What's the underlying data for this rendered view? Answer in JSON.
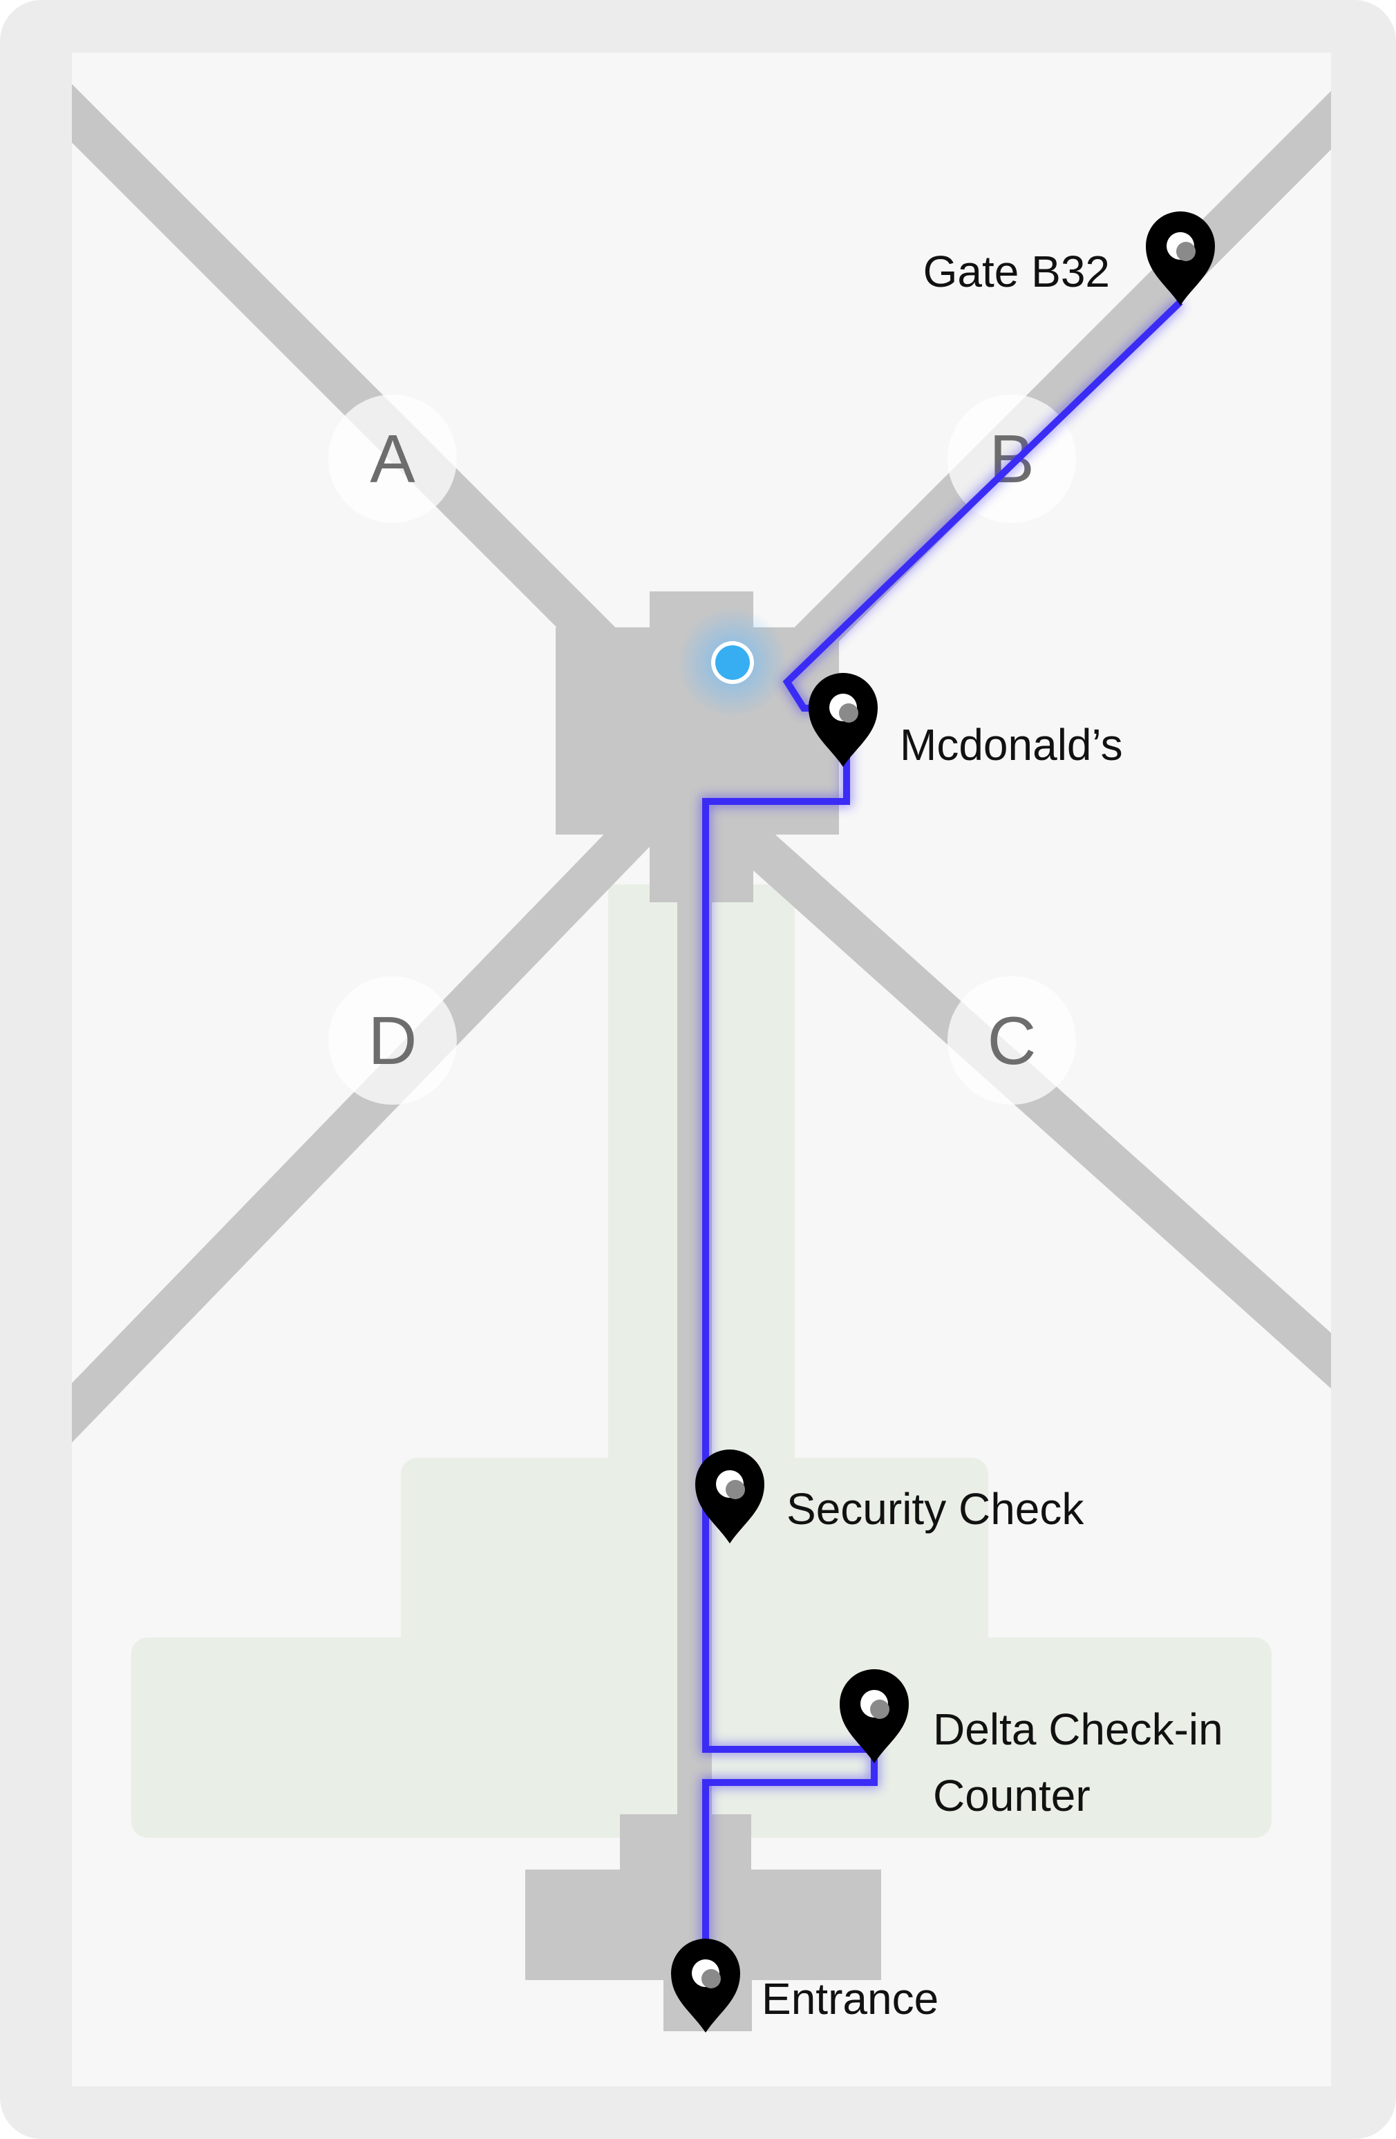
{
  "map": {
    "concourses": [
      {
        "id": "a",
        "label": "A"
      },
      {
        "id": "b",
        "label": "B"
      },
      {
        "id": "c",
        "label": "C"
      },
      {
        "id": "d",
        "label": "D"
      }
    ],
    "markers": [
      {
        "id": "gate-b32",
        "label_lines": [
          "Gate B32"
        ]
      },
      {
        "id": "mcdonalds",
        "label_lines": [
          "Mcdonald’s"
        ]
      },
      {
        "id": "security-check",
        "label_lines": [
          "Security Check"
        ]
      },
      {
        "id": "delta-check-in-counter",
        "label_lines": [
          "Delta Check-in",
          "Counter"
        ]
      },
      {
        "id": "entrance",
        "label_lines": [
          "Entrance"
        ]
      }
    ],
    "colors": {
      "frame": "#ececec",
      "map_background": "#f7f7f7",
      "walkway": "#c6c6c6",
      "green_area": "#e9efe6",
      "route": "#3a2cf5",
      "marker": "#000000",
      "current_location": "#38aef2"
    }
  }
}
